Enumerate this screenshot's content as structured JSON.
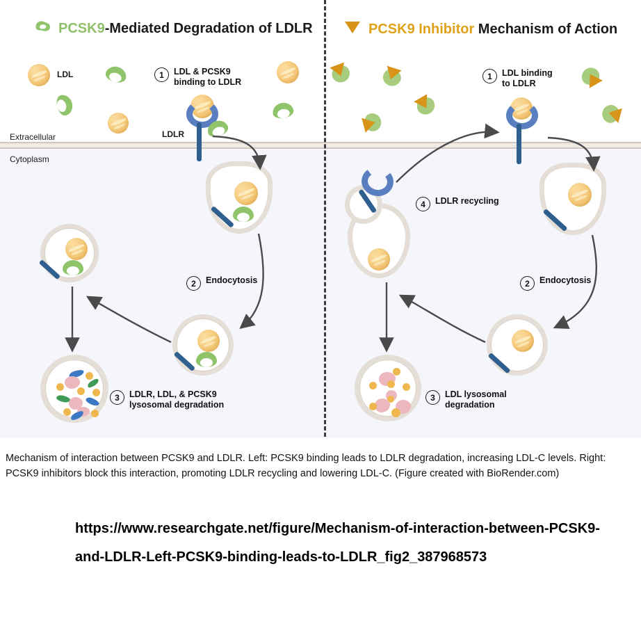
{
  "figure": {
    "panels": {
      "left": {
        "title_accent": "PCSK9",
        "title_rest": "-Mediated Degradation of LDLR",
        "accent_color": "#8ec06c",
        "icon": "pcsk9-crescent-icon",
        "steps": [
          {
            "num": "1",
            "text": "LDL & PCSK9\nbinding to LDLR"
          },
          {
            "num": "2",
            "text": "Endocytosis"
          },
          {
            "num": "3",
            "text": "LDLR, LDL, & PCSK9\nlysosomal degradation"
          }
        ],
        "labels": {
          "ldl": "LDL",
          "ldlr": "LDLR"
        }
      },
      "right": {
        "title_accent": "PCSK9 Inhibitor",
        "title_rest": " Mechanism of Action",
        "accent_color": "#d79419",
        "icon": "inhibitor-triangle-icon",
        "steps": [
          {
            "num": "1",
            "text": "LDL binding\nto LDLR"
          },
          {
            "num": "2",
            "text": "Endocytosis"
          },
          {
            "num": "3",
            "text": "LDL lysosomal\ndegradation"
          },
          {
            "num": "4",
            "text": "LDLR recycling"
          }
        ]
      }
    },
    "compartments": {
      "extracellular": "Extracellular",
      "cytoplasm": "Cytoplasm"
    },
    "colors": {
      "ldl": "#f0c274",
      "pcsk9": "#8fc46a",
      "inhibitor": "#d79419",
      "ldlr": "#5a7fc0",
      "ldlr_stalk": "#2f5f8f",
      "membrane": "#e4ded7",
      "cytoplasm_bg": "#f4f6fb",
      "divider": "#3b3b3b"
    }
  },
  "caption": "Mechanism of interaction between PCSK9 and LDLR. Left: PCSK9 binding leads to LDLR degradation, increasing LDL-C levels. Right: PCSK9 inhibitors block this interaction, promoting LDLR recycling and lowering LDL-C. (Figure created with BioRender.com)",
  "source_url": "https://www.researchgate.net/figure/Mechanism-of-interaction-between-PCSK9-and-LDLR-Left-PCSK9-binding-leads-to-LDLR_fig2_387968573"
}
